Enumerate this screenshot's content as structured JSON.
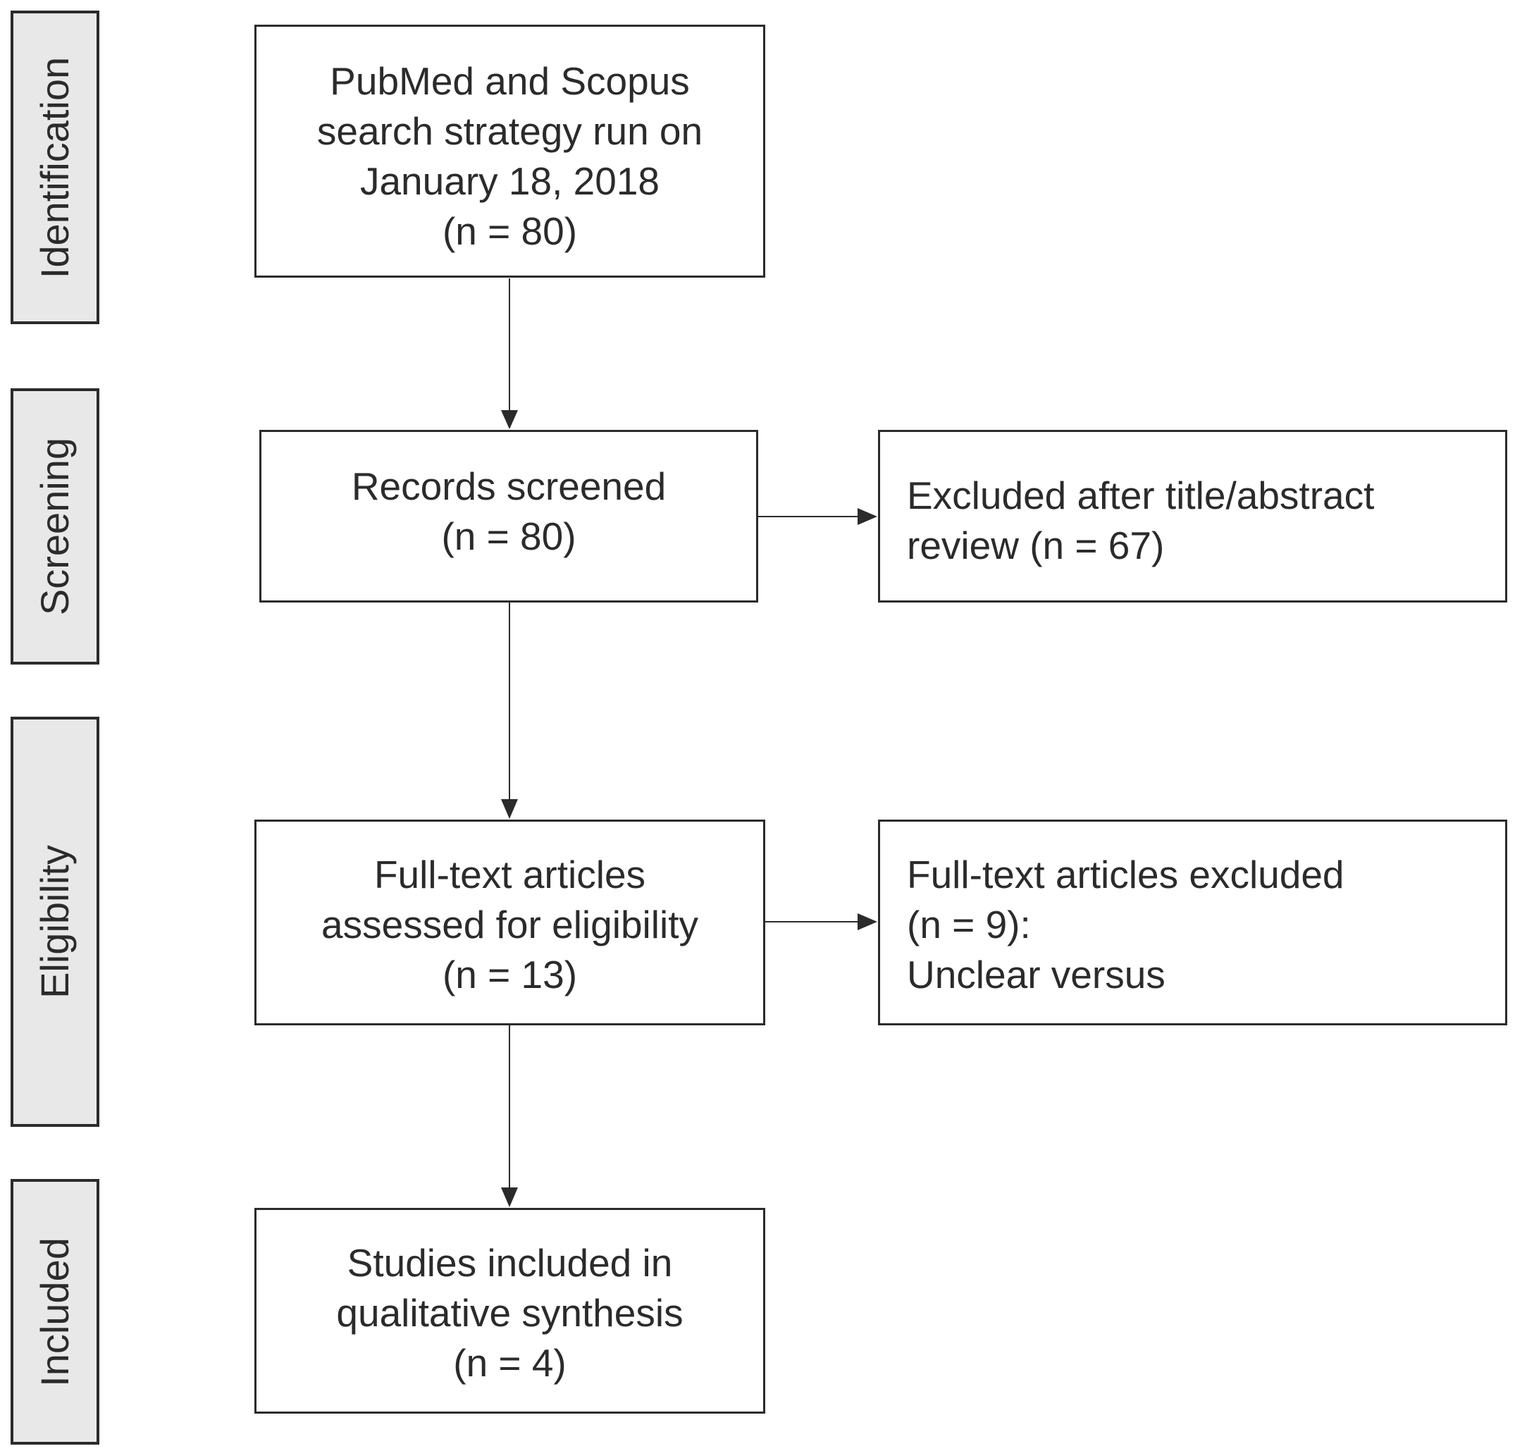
{
  "phases": {
    "identification": "Identification",
    "screening": "Screening",
    "eligibility": "Eligibility",
    "included": "Included"
  },
  "boxes": {
    "search": {
      "lines": [
        "PubMed and Scopus",
        "search strategy run on",
        "January 18, 2018",
        "(n = 80)"
      ]
    },
    "screened": {
      "lines": [
        "Records screened",
        "(n = 80)"
      ]
    },
    "excluded_title": {
      "lines": [
        "Excluded after title/abstract",
        "review (n = 67)"
      ]
    },
    "fulltext": {
      "lines": [
        "Full-text articles",
        "assessed for eligibility",
        "(n = 13)"
      ]
    },
    "fulltext_excluded": {
      "lines": [
        "Full-text articles excluded",
        "(n = 9):",
        "Unclear versus"
      ]
    },
    "included": {
      "lines": [
        "Studies included in",
        "qualitative synthesis",
        "(n = 4)"
      ]
    }
  },
  "colors": {
    "stroke": "#2b2b2b",
    "phase_fill": "#e8e8e8",
    "box_fill": "#ffffff"
  }
}
